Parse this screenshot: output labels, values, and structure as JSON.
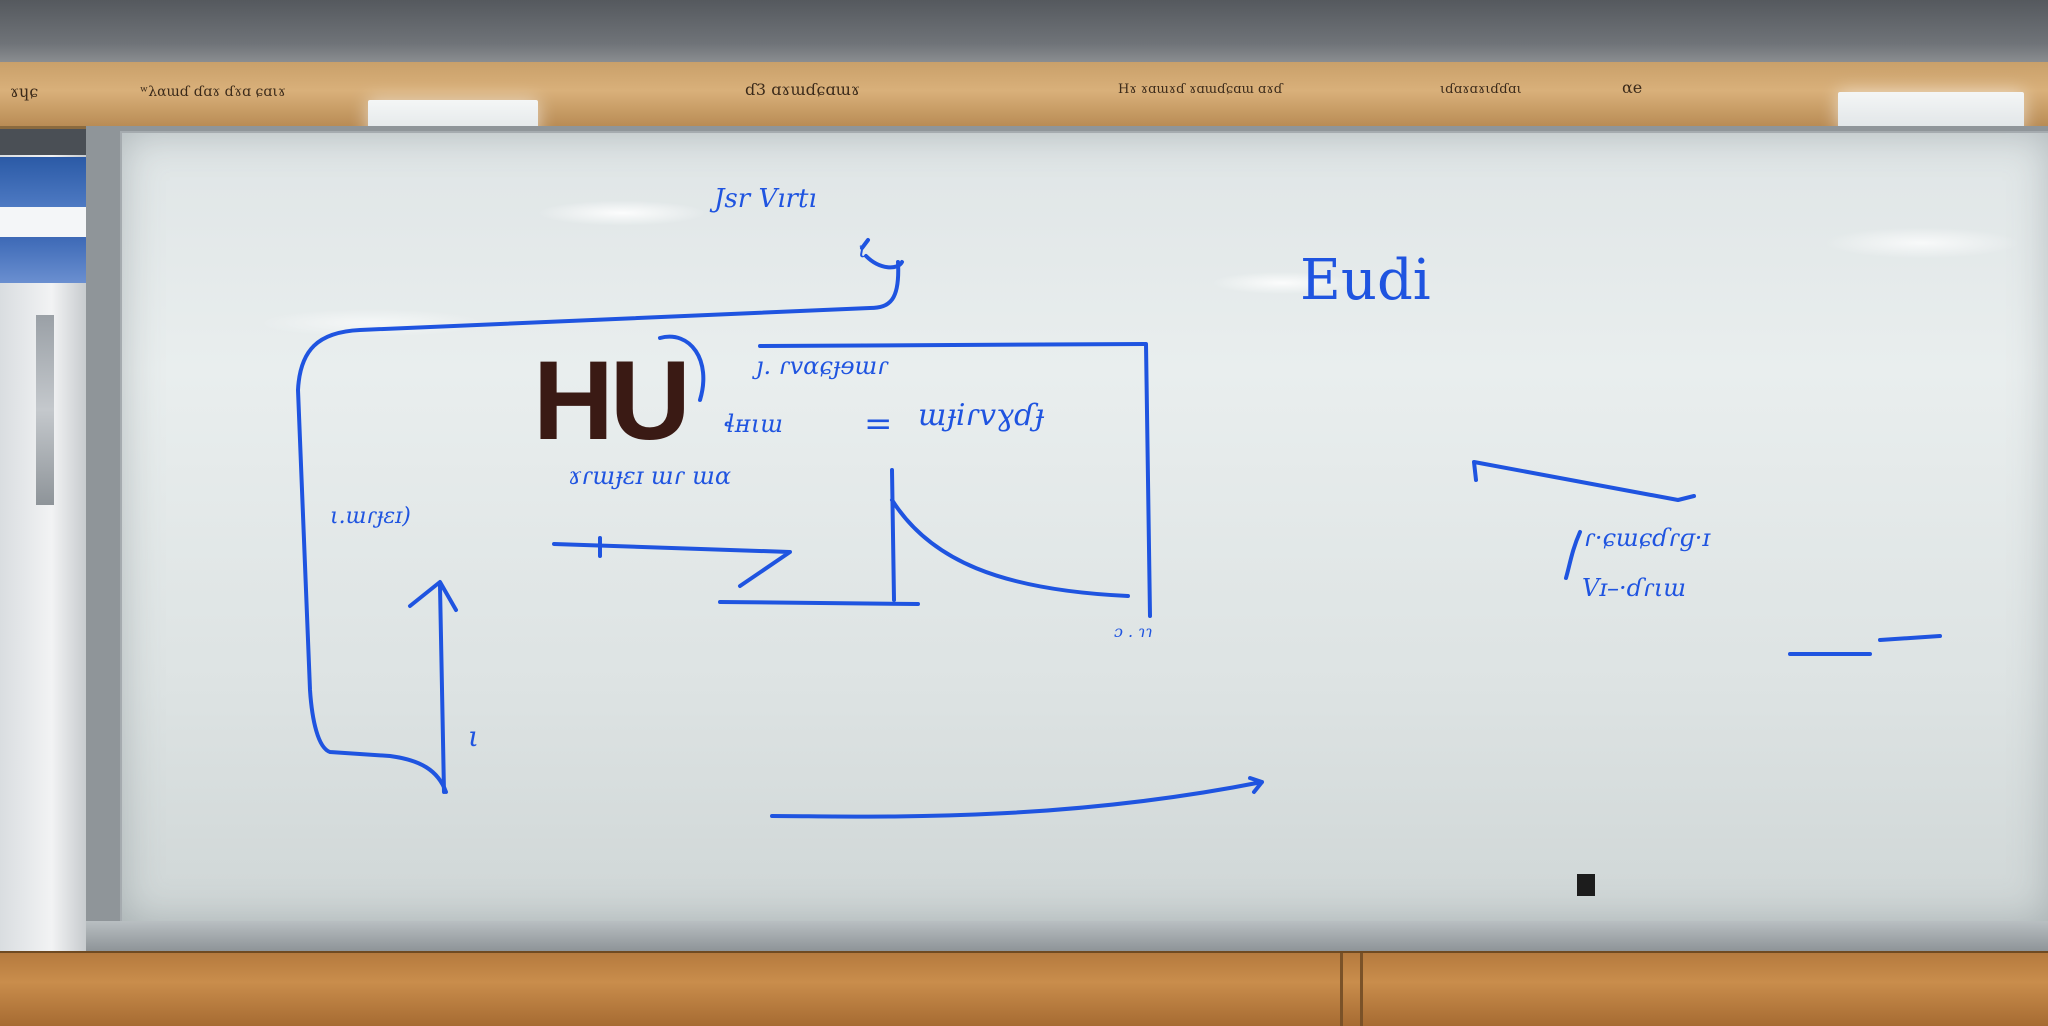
{
  "rail": {
    "labels": [
      "ɤɥɕ",
      "ʷλαɯɗ ɗɑɤ ɗɤɑ ɕɑιɤ",
      "ɗ3 ɑɤɯɗɕɑɯɤ",
      "Hɤ ɤɑɯɤɗ ɤɑɯɗɕɑɯ ɑɤɗ",
      "ιɗɑɤɑɤιɗɗɑι",
      "αe"
    ]
  },
  "board": {
    "main_label": "HU",
    "top_note": "Jsr Vırtı",
    "top_marker": "ι",
    "right_heading": "Eudi",
    "scribbles": {
      "line1": "ȷ. ɾvɑɕɟɘɯɾ",
      "line2": "ɬʜιɯ",
      "equals": "=",
      "line3": "ɯɟiɾvɣɗɟ",
      "line4": "ɤɾɯɟɛɪ ɯɾ ɯɑ",
      "left_note": "ι.ɯɾɟɛɪ)",
      "small_mark": "ɔ . ɿɿ",
      "right_line1": "ɾ·ɕɯɕɗɾɡ·ɪ",
      "right_line2": "Vɪ–·ɗɾιɯ",
      "tick_mark": "ι"
    }
  },
  "colors": {
    "marker_blue": "#1f54e0",
    "label_brown": "#3a1a14"
  }
}
